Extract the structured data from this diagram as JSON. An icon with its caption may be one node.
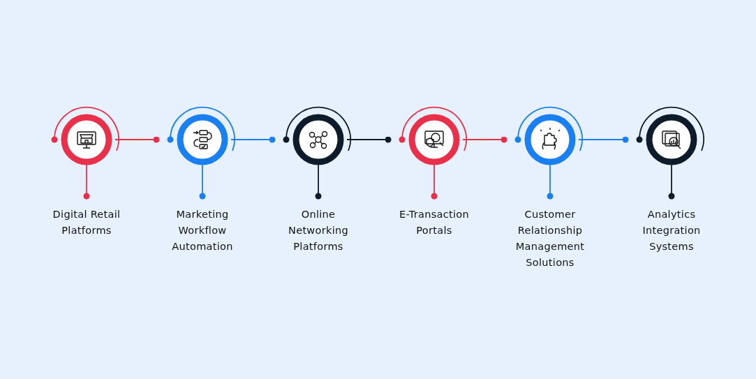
{
  "diagram": {
    "nodes": [
      {
        "text": [
          "Digital Retail Platforms"
        ]
      },
      {
        "text": [
          "Marketing Workflow Automation"
        ]
      },
      {
        "text": [
          "Online Networking Platforms"
        ]
      },
      {
        "text": [
          "E-Transaction Portals"
        ]
      },
      {
        "text": [
          "Customer Relationship Management Solutions"
        ]
      },
      {
        "text": [
          "Analytics Integration Systems"
        ]
      }
    ],
    "edges": [
      {
        "from": 0,
        "to": 1,
        "arrow": "other",
        "color": "#e8304a"
      },
      {
        "from": 1,
        "to": 2,
        "arrow": "other",
        "color": "#1a7ff0"
      },
      {
        "from": 2,
        "to": 3,
        "arrow": "other",
        "color": "#0d1b2a"
      },
      {
        "from": 3,
        "to": 4,
        "arrow": "other",
        "color": "#e8304a"
      },
      {
        "from": 4,
        "to": 5,
        "arrow": "other",
        "color": "#1a7ff0"
      }
    ]
  }
}
